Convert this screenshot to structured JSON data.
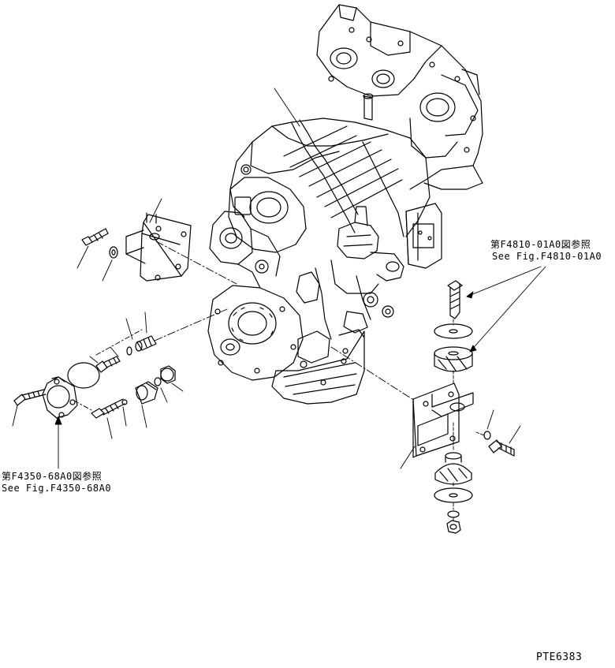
{
  "refs": {
    "right_jp": "第F4810-01A0図参照",
    "right_en": "See Fig.F4810-01A0",
    "left_jp": "第F4350-68A0図参照",
    "left_en": "See Fig.F4350-68A0"
  },
  "figure_code": "PTE6383"
}
